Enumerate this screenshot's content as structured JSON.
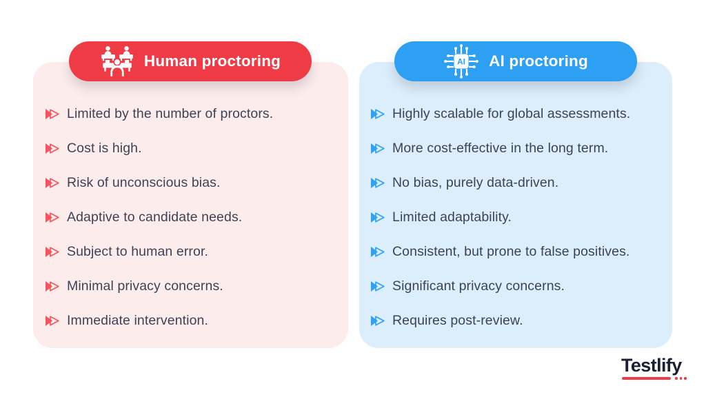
{
  "colors": {
    "background": "#ffffff",
    "human_accent": "#ee3b45",
    "human_card_bg": "#fdecec",
    "human_bullet": "#f8545d",
    "ai_accent": "#2da0f3",
    "ai_card_bg": "#dcedfb",
    "ai_bullet": "#30a2f4",
    "body_text": "#3d4357",
    "logo_text": "#1b2033",
    "logo_accent": "#ee3b45"
  },
  "columns": [
    {
      "id": "human",
      "header": {
        "label": "Human proctoring",
        "icon": "human-proctoring-icon"
      },
      "bullet_icon": "fast-forward-icon",
      "items": [
        "Limited by the number of proctors.",
        "Cost is high.",
        "Risk of unconscious bias.",
        "Adaptive to candidate needs.",
        "Subject to human error.",
        "Minimal privacy concerns.",
        "Immediate intervention."
      ]
    },
    {
      "id": "ai",
      "header": {
        "label": "AI proctoring",
        "icon": "ai-chip-icon"
      },
      "bullet_icon": "fast-forward-icon",
      "items": [
        "Highly scalable for global assessments.",
        "More cost-effective in the long term.",
        "No bias, purely data-driven.",
        "Limited adaptability.",
        "Consistent, but prone to false positives.",
        "Significant privacy concerns.",
        "Requires post-review."
      ]
    }
  ],
  "footer": {
    "brand": "Testlify"
  }
}
